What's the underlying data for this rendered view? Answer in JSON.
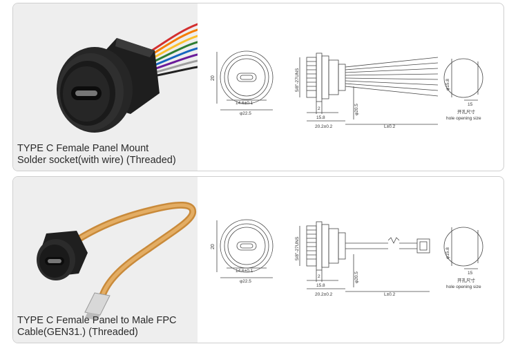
{
  "products": [
    {
      "caption_line1": "TYPE C Female Panel Mount",
      "caption_line2": "Solder socket(with wire) (Threaded)",
      "dims": {
        "height": "20",
        "width_inner": "14.6±0.1",
        "diameter": "φ22.5",
        "thread": "5/8\"-27UNS",
        "gap": "2",
        "len_a": "15.8",
        "len_b": "20.2±0.2",
        "dia_side": "φ20.5",
        "length": "L±0.2",
        "hole_dia": "φ15.8",
        "hole_flat": "15",
        "hole_label_cn": "开孔尺寸",
        "hole_label_en": "hole opening size"
      }
    },
    {
      "caption_line1": "TYPE C Female Panel to Male FPC",
      "caption_line2": "Cable(GEN31.) (Threaded)",
      "dims": {
        "height": "20",
        "width_inner": "14.6±0.1",
        "diameter": "φ22.5",
        "thread": "5/8\"-27UNS",
        "gap": "2",
        "len_a": "15.8",
        "len_b": "20.2±0.2",
        "dia_side": "φ20.5",
        "length": "L±0.2",
        "hole_dia": "φ15.8",
        "hole_flat": "15",
        "hole_label_cn": "开孔尺寸",
        "hole_label_en": "hole opening size"
      }
    }
  ]
}
